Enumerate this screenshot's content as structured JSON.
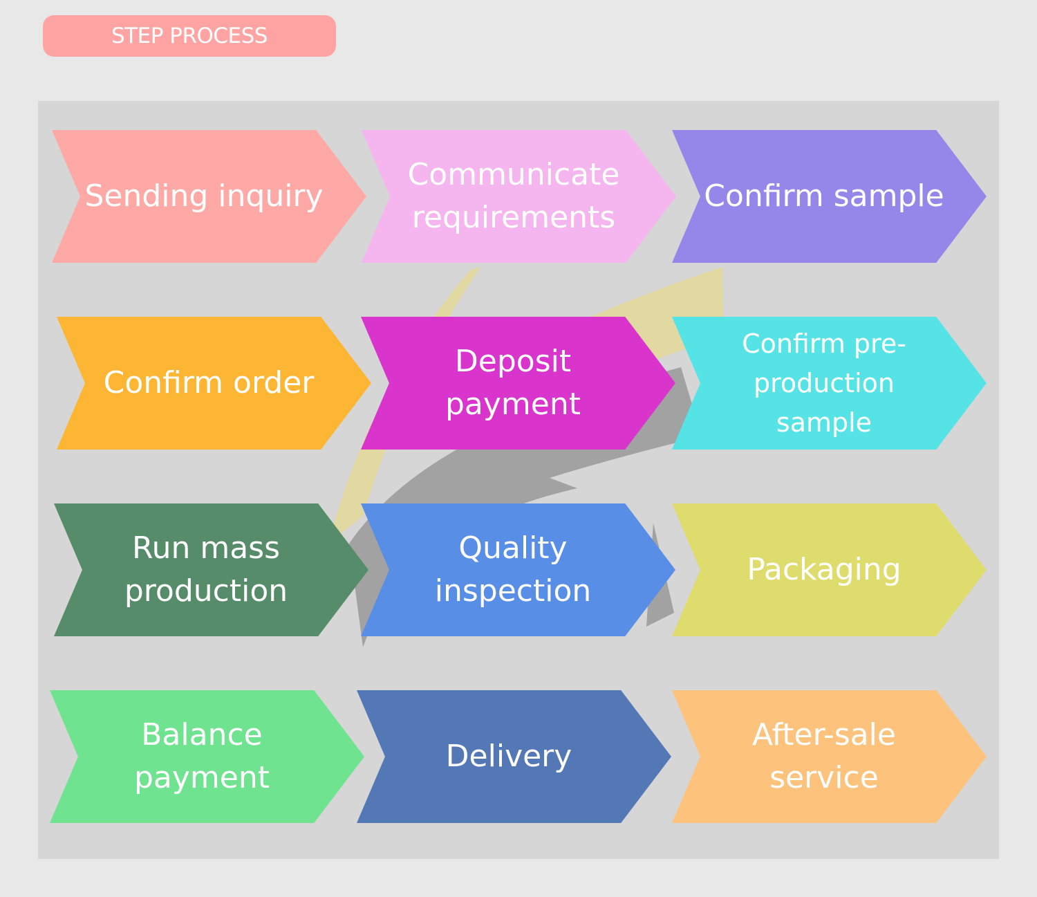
{
  "header": {
    "title": "STEP PROCESS",
    "color": "#ffa3a3"
  },
  "steps": [
    {
      "label": "Sending inquiry",
      "color": "#ffa9a7"
    },
    {
      "label": "Communicate requirements",
      "color": "#f5b5ef"
    },
    {
      "label": "Confirm sample",
      "color": "#9487e9"
    },
    {
      "label": "Confirm order",
      "color": "#fdb633"
    },
    {
      "label": "Deposit payment",
      "color": "#d934cc"
    },
    {
      "label": "Confirm pre-production sample",
      "color": "#55e3e6"
    },
    {
      "label": "Run mass production",
      "color": "#568c69"
    },
    {
      "label": "Quality inspection",
      "color": "#588ee6"
    },
    {
      "label": "Packaging",
      "color": "#dedc6c"
    },
    {
      "label": "Balance payment",
      "color": "#6fe38f"
    },
    {
      "label": "Delivery",
      "color": "#5478b6"
    },
    {
      "label": "After-sale service",
      "color": "#fdc27c"
    }
  ]
}
